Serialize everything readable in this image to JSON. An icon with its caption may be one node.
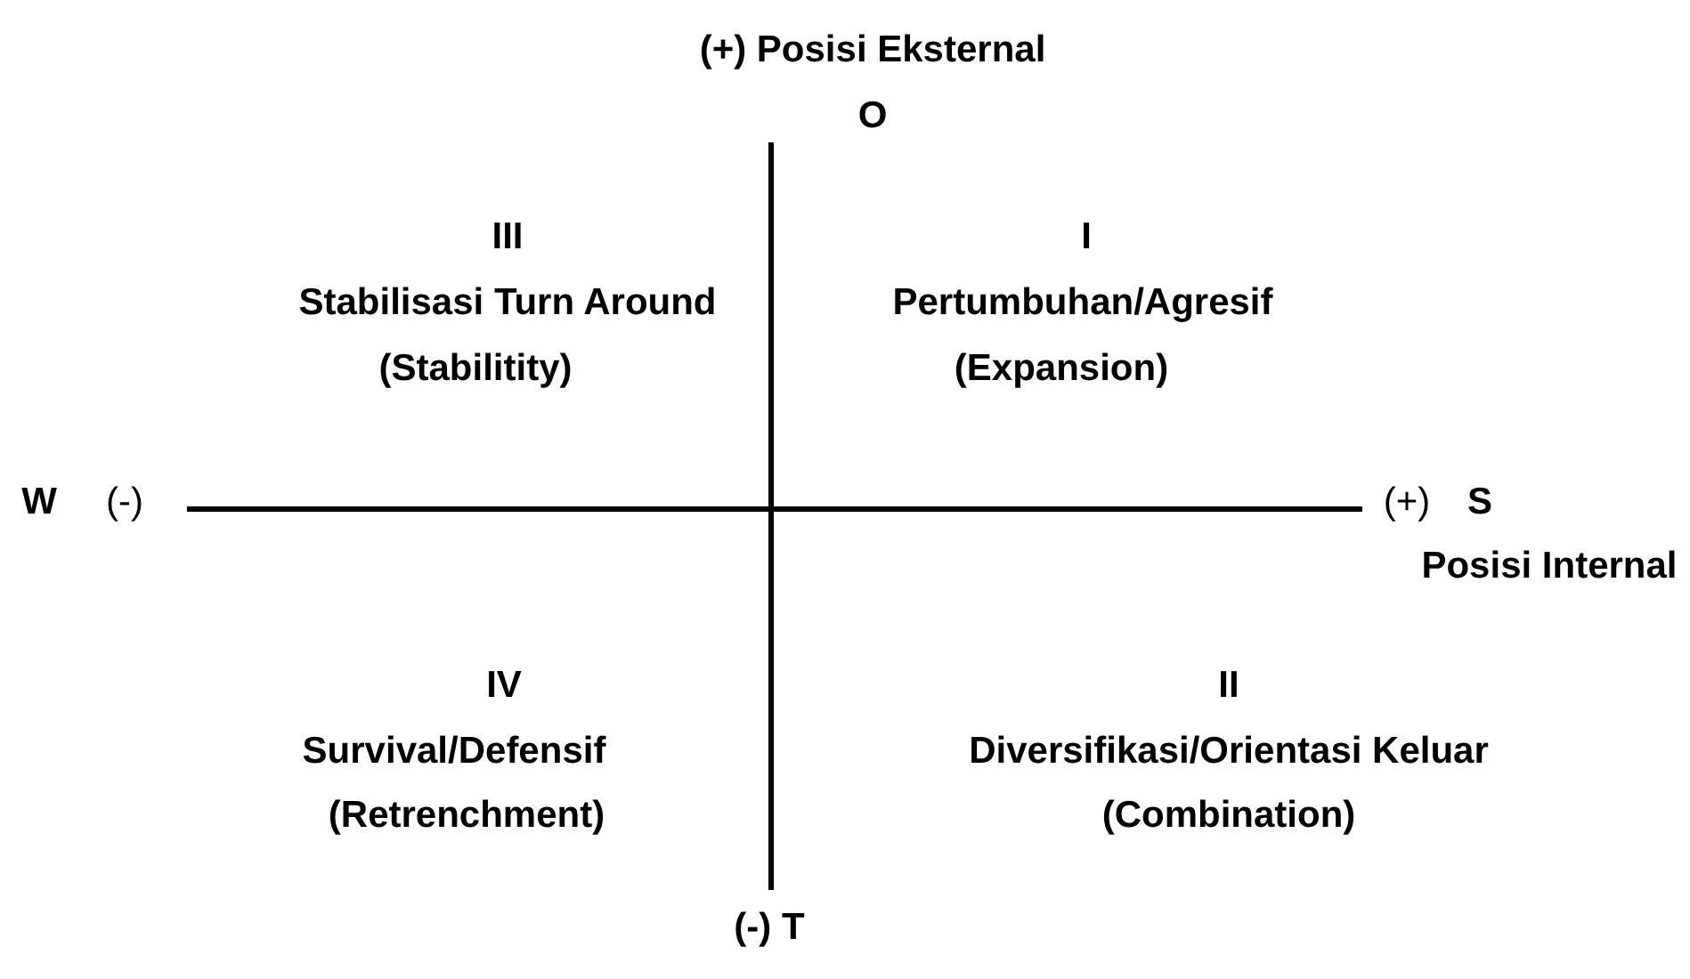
{
  "diagram": {
    "labels": [
      "(+) Posisi Eksternal",
      "O",
      "III",
      "Stabilisasi Turn Around",
      "(Stabilitity)",
      "I",
      "Pertumbuhan/Agresif",
      "(Expansion)",
      "W",
      "(-)",
      "(+)",
      "S",
      "Posisi Internal",
      "IV",
      "Survival/Defensif",
      "(Retrenchment)",
      "II",
      "Diversifikasi/Orientasi Keluar",
      "(Combination)",
      "(-) T"
    ]
  }
}
